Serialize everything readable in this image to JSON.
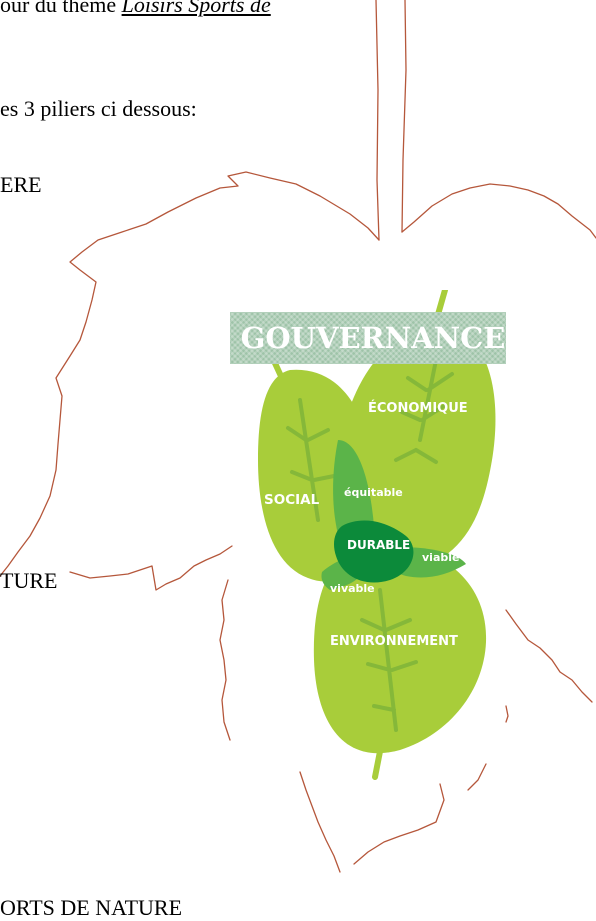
{
  "document": {
    "line1_prefix": "our du thème",
    "line1_emphasis": "Loisirs Sports de",
    "line2": "es 3 piliers ci dessous:",
    "line3": "ERE",
    "line4": "TURE",
    "line5": "ORTS DE NATURE"
  },
  "diagram": {
    "title": "GOUVERNANCE",
    "circles": {
      "economique": "ÉCONOMIQUE",
      "social": "SOCIAL",
      "environnement": "ENVIRONNEMENT"
    },
    "overlaps": {
      "equitable": "équitable",
      "viable": "viable",
      "vivable": "vivable",
      "center": "DURABLE"
    }
  },
  "colors": {
    "leaf_light": "#a8cd3a",
    "overlap": "#5bb449",
    "center": "#0c8a3a",
    "outline": "#b5573b",
    "banner": "#9ec3a8"
  }
}
